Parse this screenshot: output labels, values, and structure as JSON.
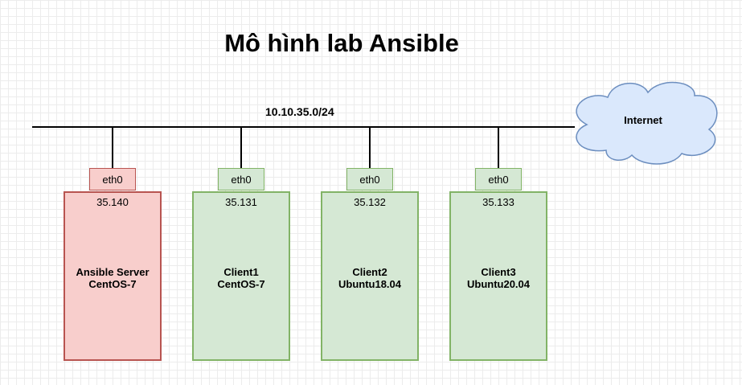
{
  "title": "Mô hình lab Ansible",
  "network": {
    "subnet": "10.10.35.0/24"
  },
  "internet": {
    "label": "Internet"
  },
  "hosts": [
    {
      "interface": "eth0",
      "ip": "35.140",
      "name": "Ansible Server",
      "os": "CentOS-7",
      "fill": "#f8cecc",
      "stroke": "#b85450"
    },
    {
      "interface": "eth0",
      "ip": "35.131",
      "name": "Client1",
      "os": "CentOS-7",
      "fill": "#d5e8d4",
      "stroke": "#82b366"
    },
    {
      "interface": "eth0",
      "ip": "35.132",
      "name": "Client2",
      "os": "Ubuntu18.04",
      "fill": "#d5e8d4",
      "stroke": "#82b366"
    },
    {
      "interface": "eth0",
      "ip": "35.133",
      "name": "Client3",
      "os": "Ubuntu20.04",
      "fill": "#d5e8d4",
      "stroke": "#82b366"
    }
  ],
  "colors": {
    "cloud_fill": "#dae8fc",
    "cloud_stroke": "#6c8ebf"
  }
}
